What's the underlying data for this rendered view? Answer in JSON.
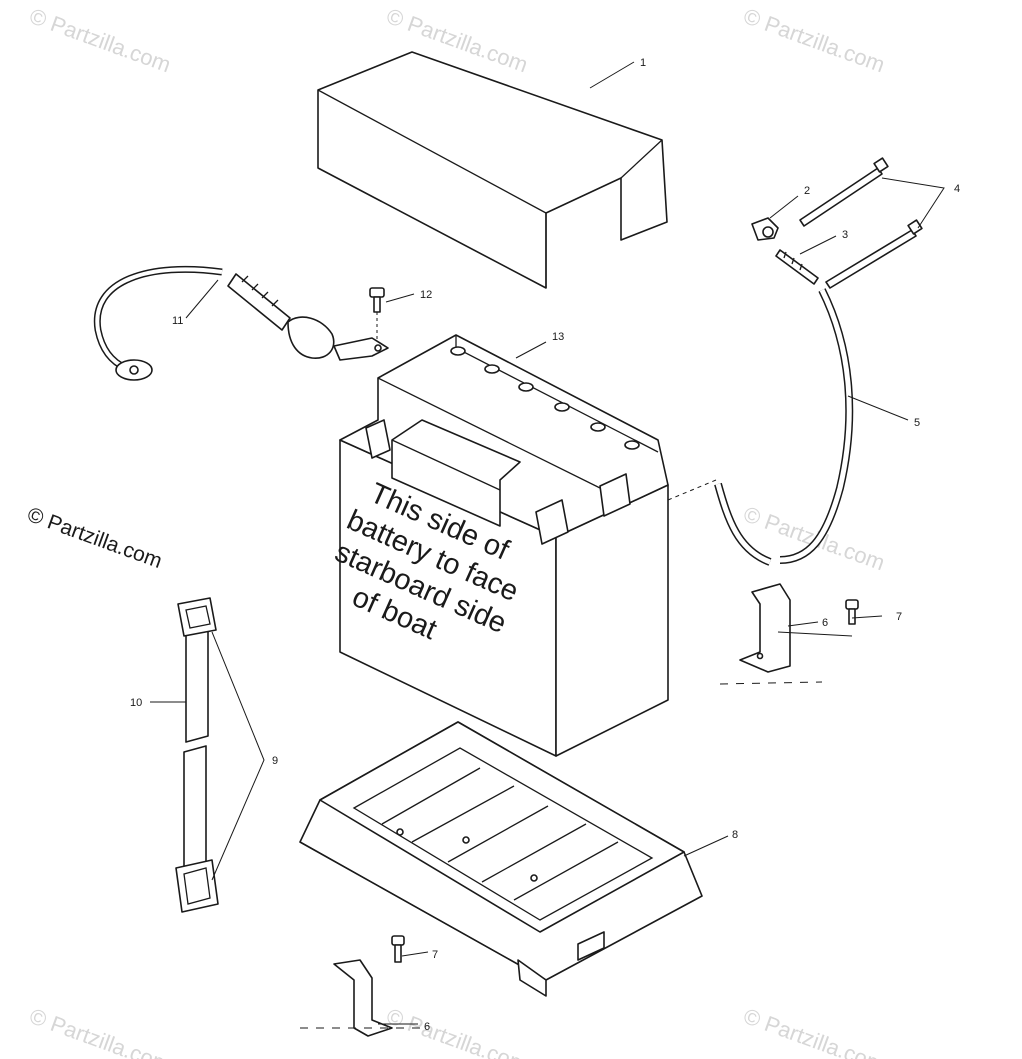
{
  "watermark": "© Partzilla.com",
  "battery_note": [
    "This side of",
    "battery to face",
    "starboard side",
    "of boat"
  ],
  "callouts": {
    "c1": "1",
    "c2": "2",
    "c3": "3",
    "c4": "4",
    "c5": "5",
    "c6a": "6",
    "c6b": "6",
    "c7a": "7",
    "c7b": "7",
    "c8": "8",
    "c9": "9",
    "c10": "10",
    "c11": "11",
    "c12": "12",
    "c13": "13"
  },
  "parts": [
    {
      "ref": "1",
      "name": "battery-cover"
    },
    {
      "ref": "2",
      "name": "terminal-nut"
    },
    {
      "ref": "3",
      "name": "vent-fitting"
    },
    {
      "ref": "4",
      "name": "cable-ties"
    },
    {
      "ref": "5",
      "name": "vent-hose"
    },
    {
      "ref": "6",
      "name": "hold-down-bracket"
    },
    {
      "ref": "7",
      "name": "bracket-screw"
    },
    {
      "ref": "8",
      "name": "battery-tray"
    },
    {
      "ref": "9",
      "name": "strap-buckles"
    },
    {
      "ref": "10",
      "name": "battery-strap"
    },
    {
      "ref": "11",
      "name": "battery-cable"
    },
    {
      "ref": "12",
      "name": "terminal-bolt"
    },
    {
      "ref": "13",
      "name": "battery"
    }
  ]
}
